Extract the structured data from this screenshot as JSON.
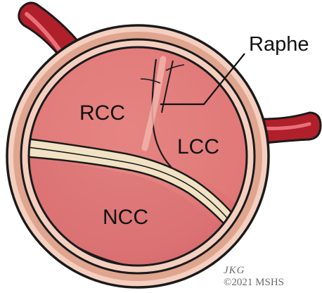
{
  "labels": {
    "raphe": "Raphe",
    "rcc": "RCC",
    "lcc": "LCC",
    "ncc": "NCC"
  },
  "signature": {
    "initials": "JKG",
    "copyright": "©2021 MSHS"
  },
  "colors": {
    "outline": "#1a1a1a",
    "vessel": "#b0202a",
    "vessel_highlight": "#e8707a",
    "annulus": "#f4cfc0",
    "annulus_inner_rim": "#e0a58f",
    "leaflet": "#e27d7b",
    "leaflet_shade": "#c85a5c",
    "commissure": "#f2e2c4",
    "raphe": "#f0b4aa"
  }
}
